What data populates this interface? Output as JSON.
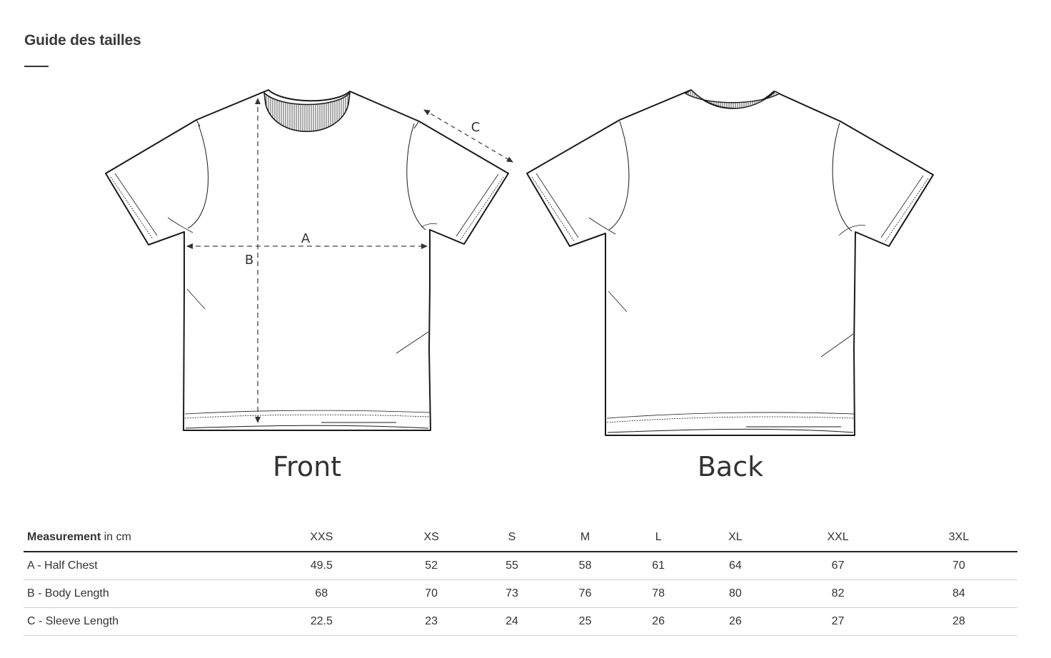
{
  "page": {
    "title": "Guide des tailles"
  },
  "illustration": {
    "front_label": "Front",
    "back_label": "Back",
    "dimension_labels": {
      "a": "A",
      "b": "B",
      "c": "C"
    }
  },
  "size_table": {
    "header_label_bold": "Measurement",
    "header_label_unit": " in cm",
    "sizes": [
      "XXS",
      "XS",
      "S",
      "M",
      "L",
      "XL",
      "XXL",
      "3XL"
    ],
    "rows": [
      {
        "label": "A - Half Chest",
        "values": [
          "49.5",
          "52",
          "55",
          "58",
          "61",
          "64",
          "67",
          "70"
        ]
      },
      {
        "label": "B - Body Length",
        "values": [
          "68",
          "70",
          "73",
          "76",
          "78",
          "80",
          "82",
          "84"
        ]
      },
      {
        "label": "C - Sleeve Length",
        "values": [
          "22.5",
          "23",
          "24",
          "25",
          "26",
          "26",
          "27",
          "28"
        ]
      }
    ]
  }
}
